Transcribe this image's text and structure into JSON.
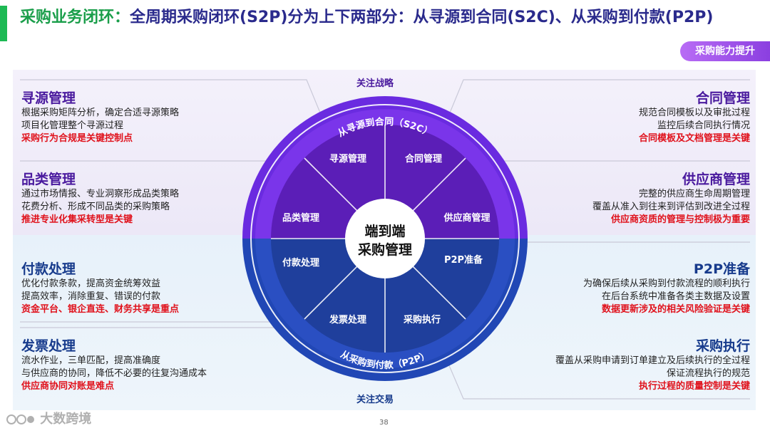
{
  "header": {
    "title_lead": "采购业务闭环：",
    "title_rest": "全周期采购闭环(S2P)分为上下两部分：从寻源到合同(S2C)、从采购到付款(P2P)",
    "badge": "采购能力提升"
  },
  "wheel": {
    "center_line1": "端到端",
    "center_line2": "采购管理",
    "ring_top": "从寻源到合同（S2C）",
    "ring_bottom": "从采购到付款（P2P）",
    "label_top": "关注战略",
    "label_bottom": "关注交易",
    "segments": [
      "寻源管理",
      "合同管理",
      "供应商管理",
      "P2P准备",
      "采购执行",
      "发票处理",
      "付款处理",
      "品类管理"
    ],
    "colors": {
      "top": "#5a1fb5",
      "top_ring": "#7b36e8",
      "bottom": "#1f3f9a",
      "bottom_ring": "#2a52c4"
    }
  },
  "left_blocks": [
    {
      "title": "寻源管理",
      "lines": [
        "根据采购矩阵分析，确定合适寻源策略",
        "项目化管理整个寻源过程"
      ],
      "key": "采购行为合规是关键控制点"
    },
    {
      "title": "品类管理",
      "lines": [
        "通过市场情报、专业洞察形成品类策略",
        "花费分析、形成不同品类的采购策略"
      ],
      "key": "推进专业化集采转型是关键"
    },
    {
      "title": "付款处理",
      "lines": [
        "优化付款条款，提高资金统筹效益",
        "提高效率，消除重复、错误的付款"
      ],
      "key": "资金平台、银企直连、财务共享是重点"
    },
    {
      "title": "发票处理",
      "lines": [
        "流水作业，三单匹配，提高准确度",
        "与供应商的协同，降低不必要的往复沟通成本"
      ],
      "key": "供应商协同对账是难点"
    }
  ],
  "right_blocks": [
    {
      "title": "合同管理",
      "lines": [
        "规范合同模板以及审批过程",
        "监控后续合同执行情况"
      ],
      "key": "合同模板及文档管理是关键"
    },
    {
      "title": "供应商管理",
      "lines": [
        "完整的供应商生命周期管理",
        "覆盖从准入到往来到评估到改进全过程"
      ],
      "key": "供应商资质的管理与控制极为重要"
    },
    {
      "title": "P2P准备",
      "lines": [
        "为确保后续从采购到付款流程的顺利执行",
        "在后台系统中准备各类主数据及设置"
      ],
      "key": "数据更新涉及的相关风险验证是关键"
    },
    {
      "title": "采购执行",
      "lines": [
        "覆盖从采购申请到订单建立及后续执行的全过程",
        "保证流程执行的规范"
      ],
      "key": "执行过程的质量控制是关键"
    }
  ],
  "footer": {
    "logo_text": "大数跨境",
    "page_number": "38"
  }
}
